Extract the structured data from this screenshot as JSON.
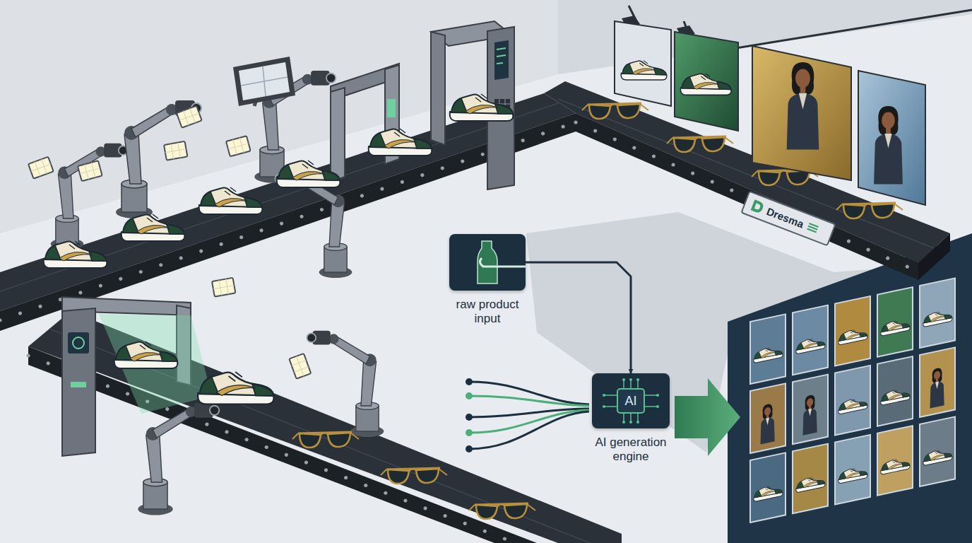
{
  "diagram": {
    "nodes": [
      {
        "text": [
          "raw product input"
        ]
      },
      {
        "text": [
          "Dresma"
        ]
      },
      {
        "text": [
          "AI",
          "AI generation engine"
        ]
      }
    ],
    "edges": [
      {
        "from": 0,
        "to": 2,
        "arrow": "to"
      }
    ]
  }
}
